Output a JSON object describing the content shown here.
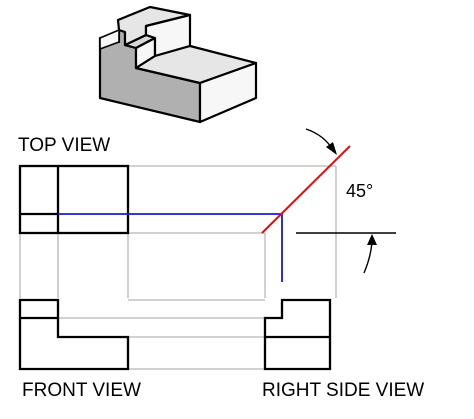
{
  "labels": {
    "top_view": "TOP VIEW",
    "front_view": "FRONT VIEW",
    "right_side_view": "RIGHT SIDE VIEW",
    "angle": "45°"
  },
  "colors": {
    "outline": "#000000",
    "projection_line": "#b8b8b8",
    "transfer_line": "#1a1ad6",
    "miter_line": "#e01010",
    "face_top": "#e6e6e6",
    "face_side": "#b0b0b0",
    "face_front": "#f7f7f7"
  }
}
